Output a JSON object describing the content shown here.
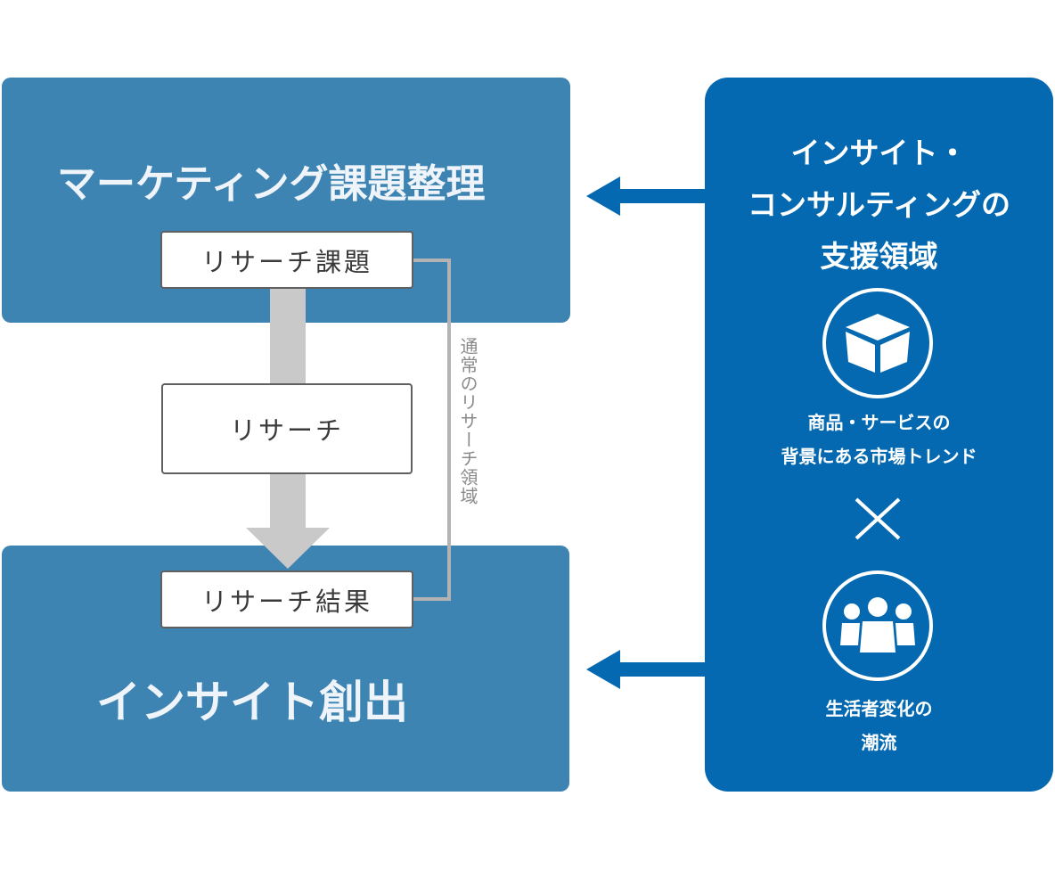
{
  "left": {
    "top_panel": {
      "title": "マーケティング課題整理"
    },
    "bottom_panel": {
      "title": "インサイト創出"
    },
    "flow_boxes": {
      "issue": "リサーチ課題",
      "research": "リサーチ",
      "result": "リサーチ結果"
    },
    "bracket_label": "通常のリサーチ領域"
  },
  "right": {
    "title_lines": [
      "インサイト・",
      "コンサルティングの",
      "支援領域"
    ],
    "item_1": {
      "icon": "box-icon",
      "caption_lines": [
        "商品・サービスの",
        "背景にある市場トレンド"
      ]
    },
    "operator": "×",
    "item_2": {
      "icon": "people-icon",
      "caption_lines": [
        "生活者変化の",
        "潮流"
      ]
    }
  },
  "colors": {
    "left_panel": "#3e84b3",
    "right_panel": "#0469b0",
    "flow_arrow": "#c9c9c9",
    "bracket": "#b3b3b3",
    "box_border": "#606060"
  }
}
